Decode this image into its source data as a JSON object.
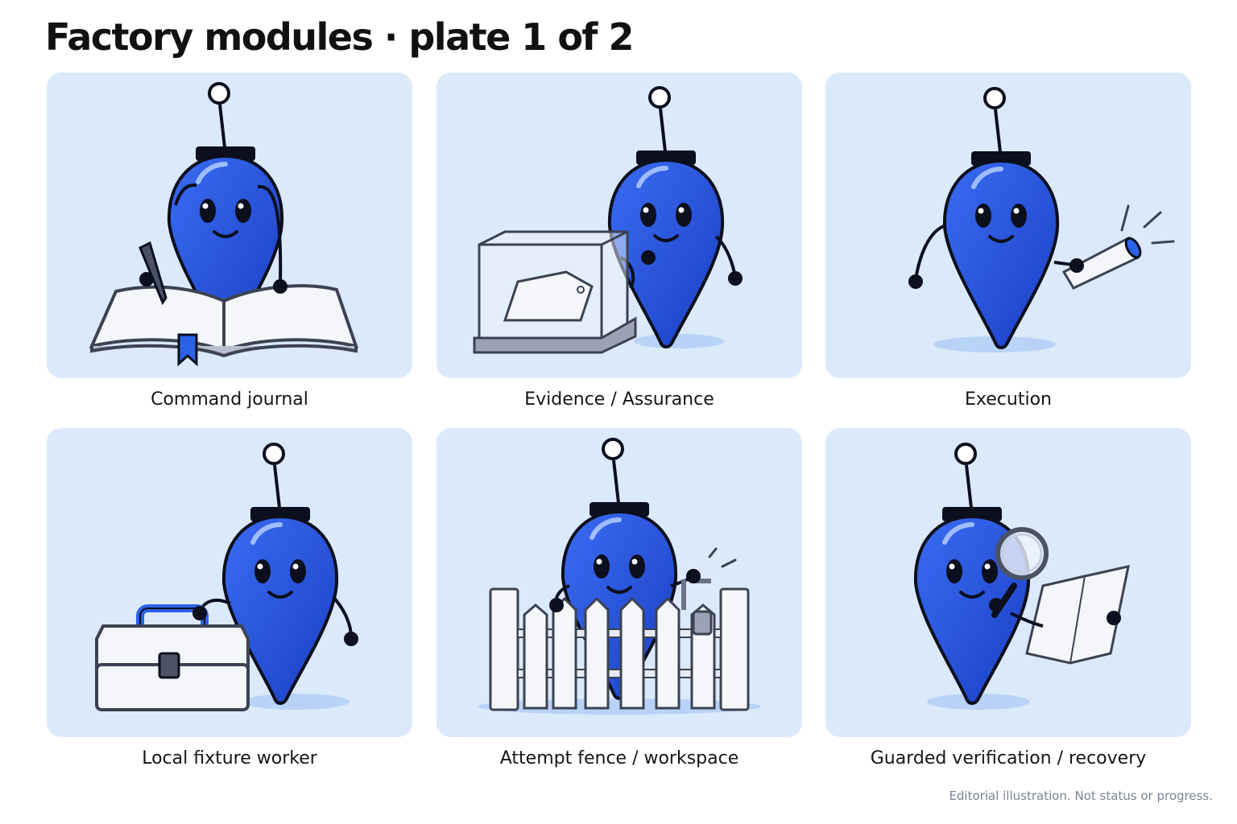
{
  "page": {
    "title": "Factory modules · plate 1 of 2",
    "footnote": "Editorial illustration. Not status or progress."
  },
  "colors": {
    "card_background": "#dbe9fb",
    "mascot_blue": "#1f4fe0",
    "outline": "#0b0f1e"
  },
  "modules": [
    {
      "label": "Command journal",
      "prop_icon": "open-book-icon",
      "action": "writing"
    },
    {
      "label": "Evidence / Assurance",
      "prop_icon": "glass-display-case-icon",
      "action": "observing"
    },
    {
      "label": "Execution",
      "prop_icon": "flashlight-icon",
      "action": "shining"
    },
    {
      "label": "Local fixture worker",
      "prop_icon": "toolbox-icon",
      "action": "carrying"
    },
    {
      "label": "Attempt fence / workspace",
      "prop_icon": "picket-fence-icon",
      "action": "unlatching"
    },
    {
      "label": "Guarded verification / recovery",
      "prop_icon": "magnifying-glass-icon",
      "action": "inspecting"
    }
  ]
}
